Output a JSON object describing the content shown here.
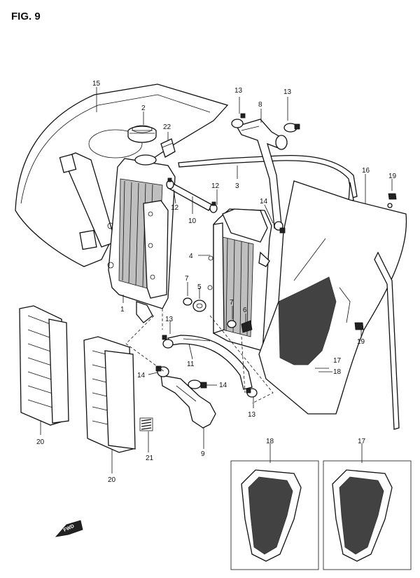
{
  "figure_title": "FIG. 9",
  "callouts": {
    "c1": "1",
    "c2": "2",
    "c3": "3",
    "c4": "4",
    "c5": "5",
    "c6": "6",
    "c7a": "7",
    "c7b": "7",
    "c9": "9",
    "c10": "10",
    "c11": "11",
    "c12a": "12",
    "c12b": "12",
    "c13a": "13",
    "c13b": "13",
    "c13c": "13",
    "c13d": "13",
    "c14a": "14",
    "c14b": "14",
    "c14c": "14",
    "c15": "15",
    "c16": "16",
    "c17a": "17",
    "c17b": "17",
    "c18a": "18",
    "c18b": "18",
    "c19a": "19",
    "c19b": "19",
    "c20a": "20",
    "c20b": "20",
    "c21": "21",
    "c22": "22"
  },
  "fwd_label": "FWD"
}
